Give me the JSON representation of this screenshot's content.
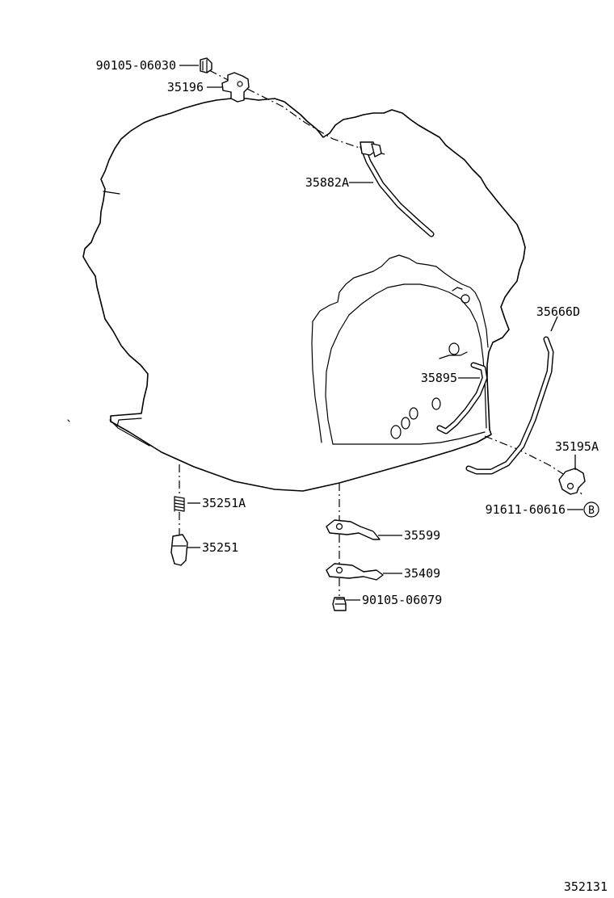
{
  "diagram": {
    "callouts": {
      "bolt_top": "90105-06030",
      "bracket_top": "35196",
      "hose_upper": "35882A",
      "hose_right": "35666D",
      "hose_mid": "35895",
      "bracket_right": "35195A",
      "bolt_right": "91611-60616",
      "spring": "35251A",
      "plug": "35251",
      "plate_upper": "35599",
      "plate_lower": "35409",
      "bolt_bottom": "90105-06079"
    },
    "ref_marker": "B",
    "figure_number": "352131"
  }
}
